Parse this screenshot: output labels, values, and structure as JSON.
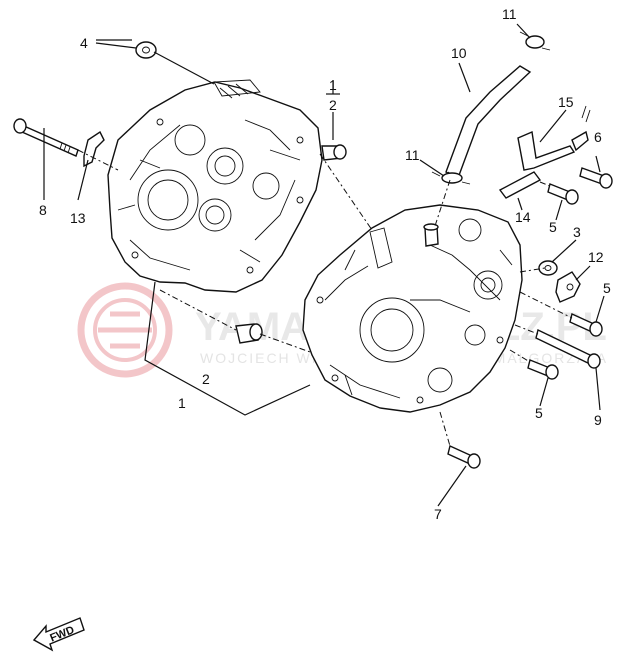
{
  "watermark": {
    "title": "YAMAHA-SCHOLZ.PL",
    "subtitle": "WOJCIECH WIDZIŃSKI WIDZIŃSKA MAŁGORZATA"
  },
  "fwd_label": "FWD",
  "callouts": {
    "n1_top": "1",
    "n2_top": "2",
    "n1_bottom": "1",
    "n2_bottom": "2",
    "n3": "3",
    "n4": "4",
    "n5_a": "5",
    "n5_b": "5",
    "n5_c": "5",
    "n6": "6",
    "n7": "7",
    "n8": "8",
    "n9": "9",
    "n10": "10",
    "n11_top": "11",
    "n11_mid": "11",
    "n12": "12",
    "n13": "13",
    "n14": "14",
    "n15": "15"
  },
  "colors": {
    "line": "#111111",
    "watermark": "#e05a63"
  }
}
